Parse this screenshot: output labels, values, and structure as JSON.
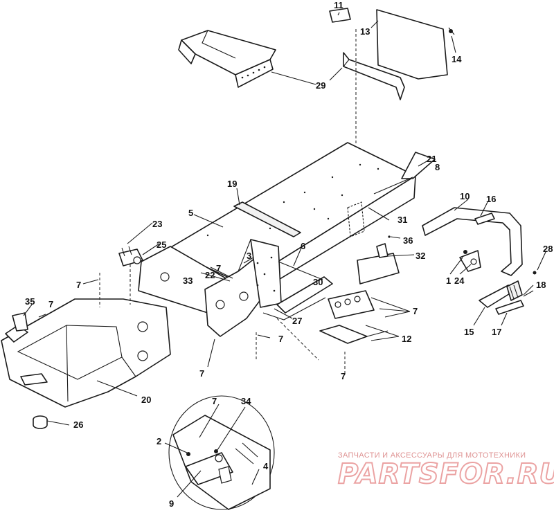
{
  "diagram": {
    "labels": {
      "l1": "1",
      "l2": "2",
      "l3": "3",
      "l4": "4",
      "l5": "5",
      "l6": "6",
      "l7a": "7",
      "l7b": "7",
      "l7c": "7",
      "l7d": "7",
      "l7e": "7",
      "l7f": "7",
      "l7g": "7",
      "l7h": "7",
      "l8": "8",
      "l9": "9",
      "l10": "10",
      "l11": "11",
      "l12": "12",
      "l13": "13",
      "l14": "14",
      "l15": "15",
      "l16": "16",
      "l17": "17",
      "l18": "18",
      "l19": "19",
      "l20": "20",
      "l21": "21",
      "l22": "22",
      "l23": "23",
      "l24": "24",
      "l25": "25",
      "l26": "26",
      "l27": "27",
      "l28": "28",
      "l29": "29",
      "l30": "30",
      "l31": "31",
      "l32": "32",
      "l33": "33",
      "l34": "34",
      "l35": "35",
      "l36": "36"
    }
  },
  "watermark": {
    "caption": "ЗАПЧАСТИ И АКСЕССУАРЫ ДЛЯ МОТОТЕХНИКИ",
    "logo": "PARTSFOR.RU"
  }
}
